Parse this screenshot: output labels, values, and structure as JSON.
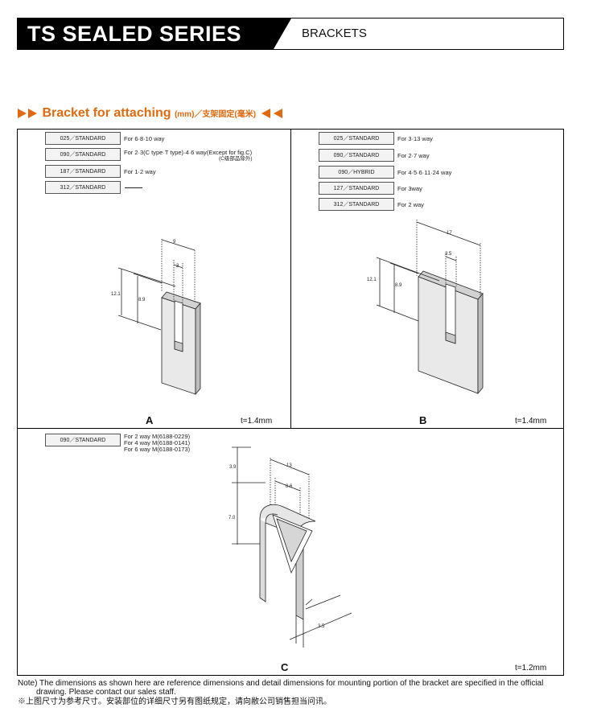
{
  "header": {
    "series_title": "TS SEALED SERIES",
    "category": "BRACKETS"
  },
  "section": {
    "title": "Bracket for attaching",
    "units": "(mm)／支架固定(毫米)"
  },
  "panel_a": {
    "rows": [
      {
        "code": "025／STANDARD",
        "desc": "For 6·8·10 way"
      },
      {
        "code": "090／STANDARD",
        "desc": "For 2·3(C type·T type)·4·6 way(Except for fig.C)",
        "desc2": "(C级部品除外)"
      },
      {
        "code": "187／STANDARD",
        "desc": "For 1·2 way"
      },
      {
        "code": "312／STANDARD",
        "desc": ""
      }
    ],
    "dims": {
      "w": "9",
      "slot": "3",
      "h1": "12.1",
      "h2": "8.9"
    },
    "label": "A",
    "thickness": "t=1.4mm"
  },
  "panel_b": {
    "rows": [
      {
        "code": "025／STANDARD",
        "desc": "For 3·13 way"
      },
      {
        "code": "090／STANDARD",
        "desc": "For 2·7 way"
      },
      {
        "code": "090／HYBRID",
        "desc": "For 4·5·6·11·24 way"
      },
      {
        "code": "127／STANDARD",
        "desc": "For 3way"
      },
      {
        "code": "312／STANDARD",
        "desc": "For 2 way"
      }
    ],
    "dims": {
      "w": "17",
      "slot": "3.5",
      "h1": "12.1",
      "h2": "8.9"
    },
    "label": "B",
    "thickness": "t=1.4mm"
  },
  "panel_c": {
    "code": "090／STANDARD",
    "lines": [
      "For 2 way  M(6188-0229)",
      "For 4 way  M(6188-0141)",
      "For 6 way  M(6188-0173)"
    ],
    "dims": {
      "top": "13",
      "inner": "8.6",
      "d1": "3.9",
      "d2": "7.0",
      "bottom": "3.5"
    },
    "label": "C",
    "thickness": "t=1.2mm"
  },
  "notes": {
    "en1": "Note) The dimensions as shown here are reference dimensions and detail dimensions for mounting portion of the bracket are specified in the official",
    "en2": "drawing. Please contact our sales staff.",
    "cn": "※上图尺寸为参考尺寸。安装部位的详细尺寸另有图纸规定，请向敝公司销售担当问讯。"
  }
}
